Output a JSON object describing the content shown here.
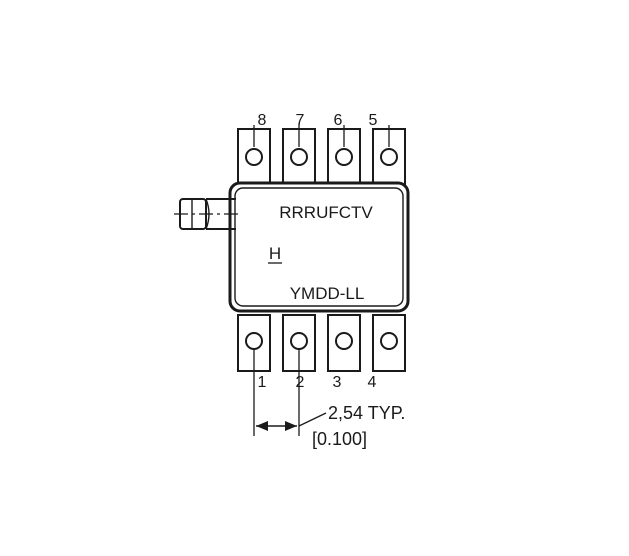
{
  "component": {
    "marking_line1": "RRRUFCTV",
    "marking_line2": "H",
    "marking_line3": "YMDD-LL",
    "pins_top": [
      "8",
      "7",
      "6",
      "5"
    ],
    "pins_bottom": [
      "1",
      "2",
      "3",
      "4"
    ]
  },
  "dimension": {
    "pitch_metric": "2,54 TYP.",
    "pitch_imperial": "[0.100]"
  },
  "colors": {
    "line": "#1a1a1a",
    "background": "#ffffff"
  }
}
